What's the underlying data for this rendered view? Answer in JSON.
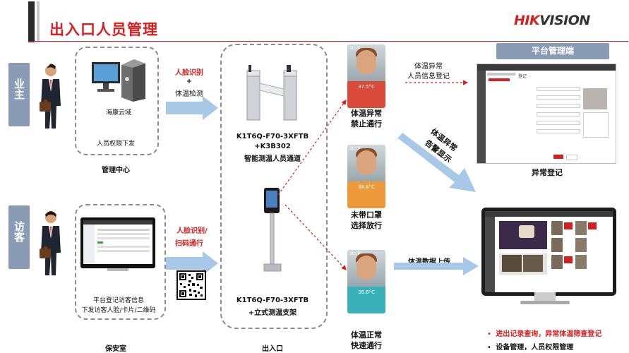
{
  "title": "出入口人员管理",
  "logo": {
    "accent": "HIK",
    "rest": "VISION"
  },
  "colors": {
    "red": "#d81e1e",
    "blue_arrow": "#a8c8e8",
    "tab": "#8a9bb6"
  },
  "tabs": {
    "owner": "业主",
    "visitor": "访客"
  },
  "owner_box": {
    "cloud_label": "海康云域",
    "permission": "人员权限下发",
    "caption": "管理中心"
  },
  "visitor_box": {
    "info_line1": "平台登记访客信息",
    "info_line2": "下发访客人脸/卡片/二维码",
    "caption": "保安室"
  },
  "arrow_labels": {
    "face_id": "人脸识别",
    "plus": "+",
    "temp_check": "体温检测",
    "face_or_scan_1": "人脸识别/",
    "face_or_scan_2": "扫码通行"
  },
  "entrance": {
    "gate_model_1": "K1T6Q-F70-3XFTB",
    "gate_model_2": "+K3B302",
    "gate_model_3": "智能测温人员通道",
    "stand_model_1": "K1T6Q-F70-3XFTB",
    "stand_model_2": "+立式测温支架",
    "caption": "出入口"
  },
  "outcomes": [
    {
      "line1": "体温异常",
      "line2": "禁止通行",
      "temp": "37.5°C",
      "time": "20:30"
    },
    {
      "line1": "未带口罩",
      "line2": "选择放行",
      "temp": "36.8°C",
      "time": "20:30"
    },
    {
      "line1": "体温正常",
      "line2": "快速通行",
      "temp": "36.6°C",
      "time": "20:30"
    }
  ],
  "flow_labels": {
    "abnormal_1": "体温异常",
    "abnormal_2": "人员信息登记",
    "alert_1": "体温异常",
    "alert_2": "告警显示",
    "upload": "体温数据上传"
  },
  "platform": {
    "header": "平台管理端",
    "form_title": "登记",
    "caption": "异常登记"
  },
  "bullets": [
    {
      "text": "进出记录查询，异常体温筛查登记",
      "style": "red"
    },
    {
      "text": "设备管理，人员权限管理",
      "style": "dark"
    }
  ]
}
